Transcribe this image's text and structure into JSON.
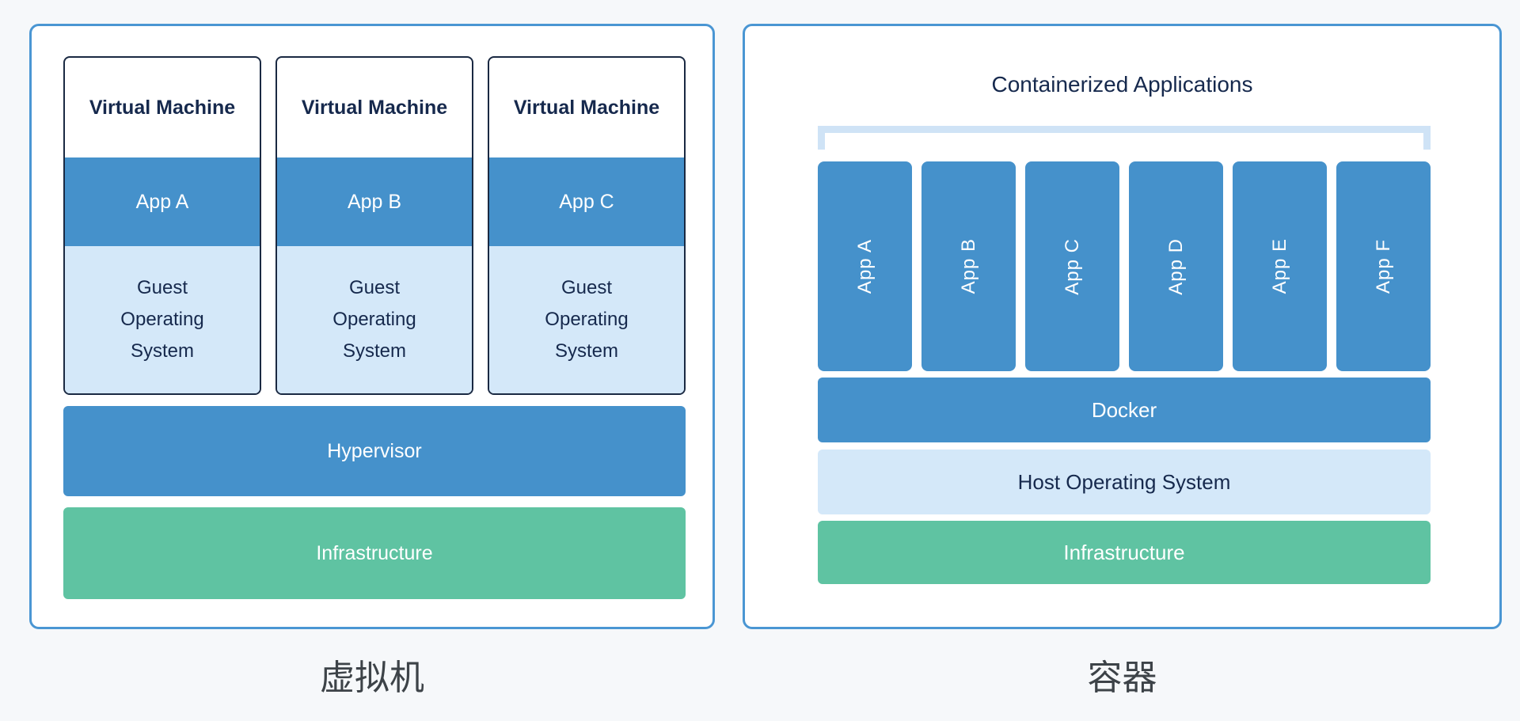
{
  "colors": {
    "background": "#f6f8fa",
    "panel_border": "#4a96d3",
    "blue": "#4591cb",
    "light_blue": "#d4e8f9",
    "bracket": "#cfe3f6",
    "green": "#5fc3a2",
    "navy_text": "#16294d",
    "caption_text": "#3d4348",
    "white_text": "#ffffff"
  },
  "left_panel": {
    "caption": "虚拟机",
    "vms": [
      {
        "title": "Virtual Machine",
        "app": "App A",
        "os_lines": [
          "Guest",
          "Operating",
          "System"
        ]
      },
      {
        "title": "Virtual Machine",
        "app": "App B",
        "os_lines": [
          "Guest",
          "Operating",
          "System"
        ]
      },
      {
        "title": "Virtual Machine",
        "app": "App C",
        "os_lines": [
          "Guest",
          "Operating",
          "System"
        ]
      }
    ],
    "hypervisor": "Hypervisor",
    "infrastructure": "Infrastructure"
  },
  "right_panel": {
    "caption": "容器",
    "title": "Containerized Applications",
    "apps": [
      "App A",
      "App B",
      "App C",
      "App D",
      "App E",
      "App F"
    ],
    "docker": "Docker",
    "host_os": "Host Operating System",
    "infrastructure": "Infrastructure"
  }
}
